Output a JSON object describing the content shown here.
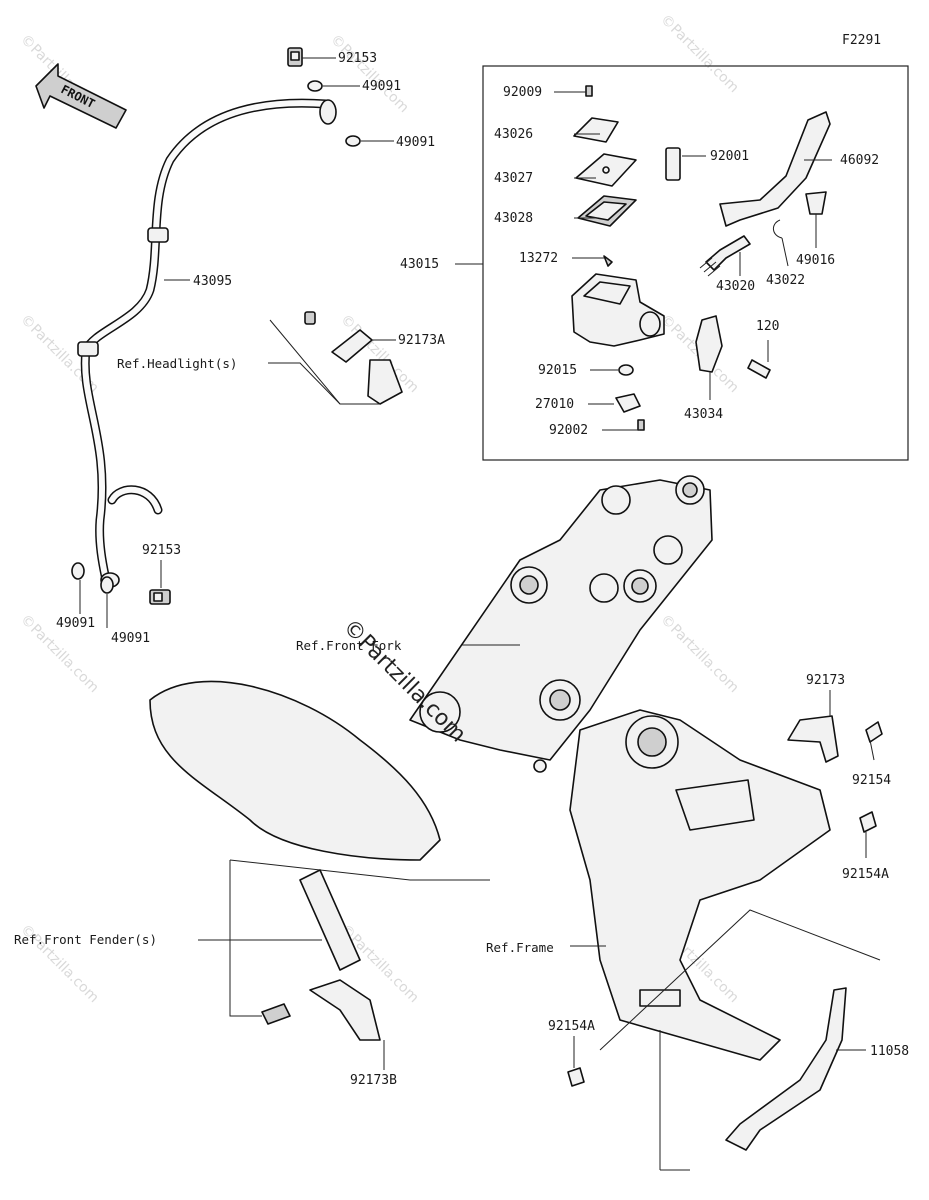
{
  "diagram_code": "F2291",
  "front_label": "FRONT",
  "watermark": "©Partzilla.com",
  "callouts": {
    "p92153_top": "92153",
    "p49091_a": "49091",
    "p49091_b": "49091",
    "p43095": "43095",
    "p92173A": "92173A",
    "ref_headlight": "Ref.Headlight(s)",
    "p92153_bottom": "92153",
    "p49091_c": "49091",
    "p49091_d": "49091",
    "p92009": "92009",
    "p43026": "43026",
    "p43027": "43027",
    "p43028": "43028",
    "p43015": "43015",
    "p13272": "13272",
    "p92015": "92015",
    "p27010": "27010",
    "p92002": "92002",
    "p92001": "92001",
    "p46092": "46092",
    "p49016": "49016",
    "p43022": "43022",
    "p43020": "43020",
    "p120": "120",
    "p43034": "43034",
    "ref_front_fork": "Ref.Front Fork",
    "p92173": "92173",
    "p92154": "92154",
    "p92154A_right": "92154A",
    "ref_front_fender": "Ref.Front Fender(s)",
    "p92173B": "92173B",
    "ref_frame": "Ref.Frame",
    "p92154A_left": "92154A",
    "p11058": "11058"
  }
}
